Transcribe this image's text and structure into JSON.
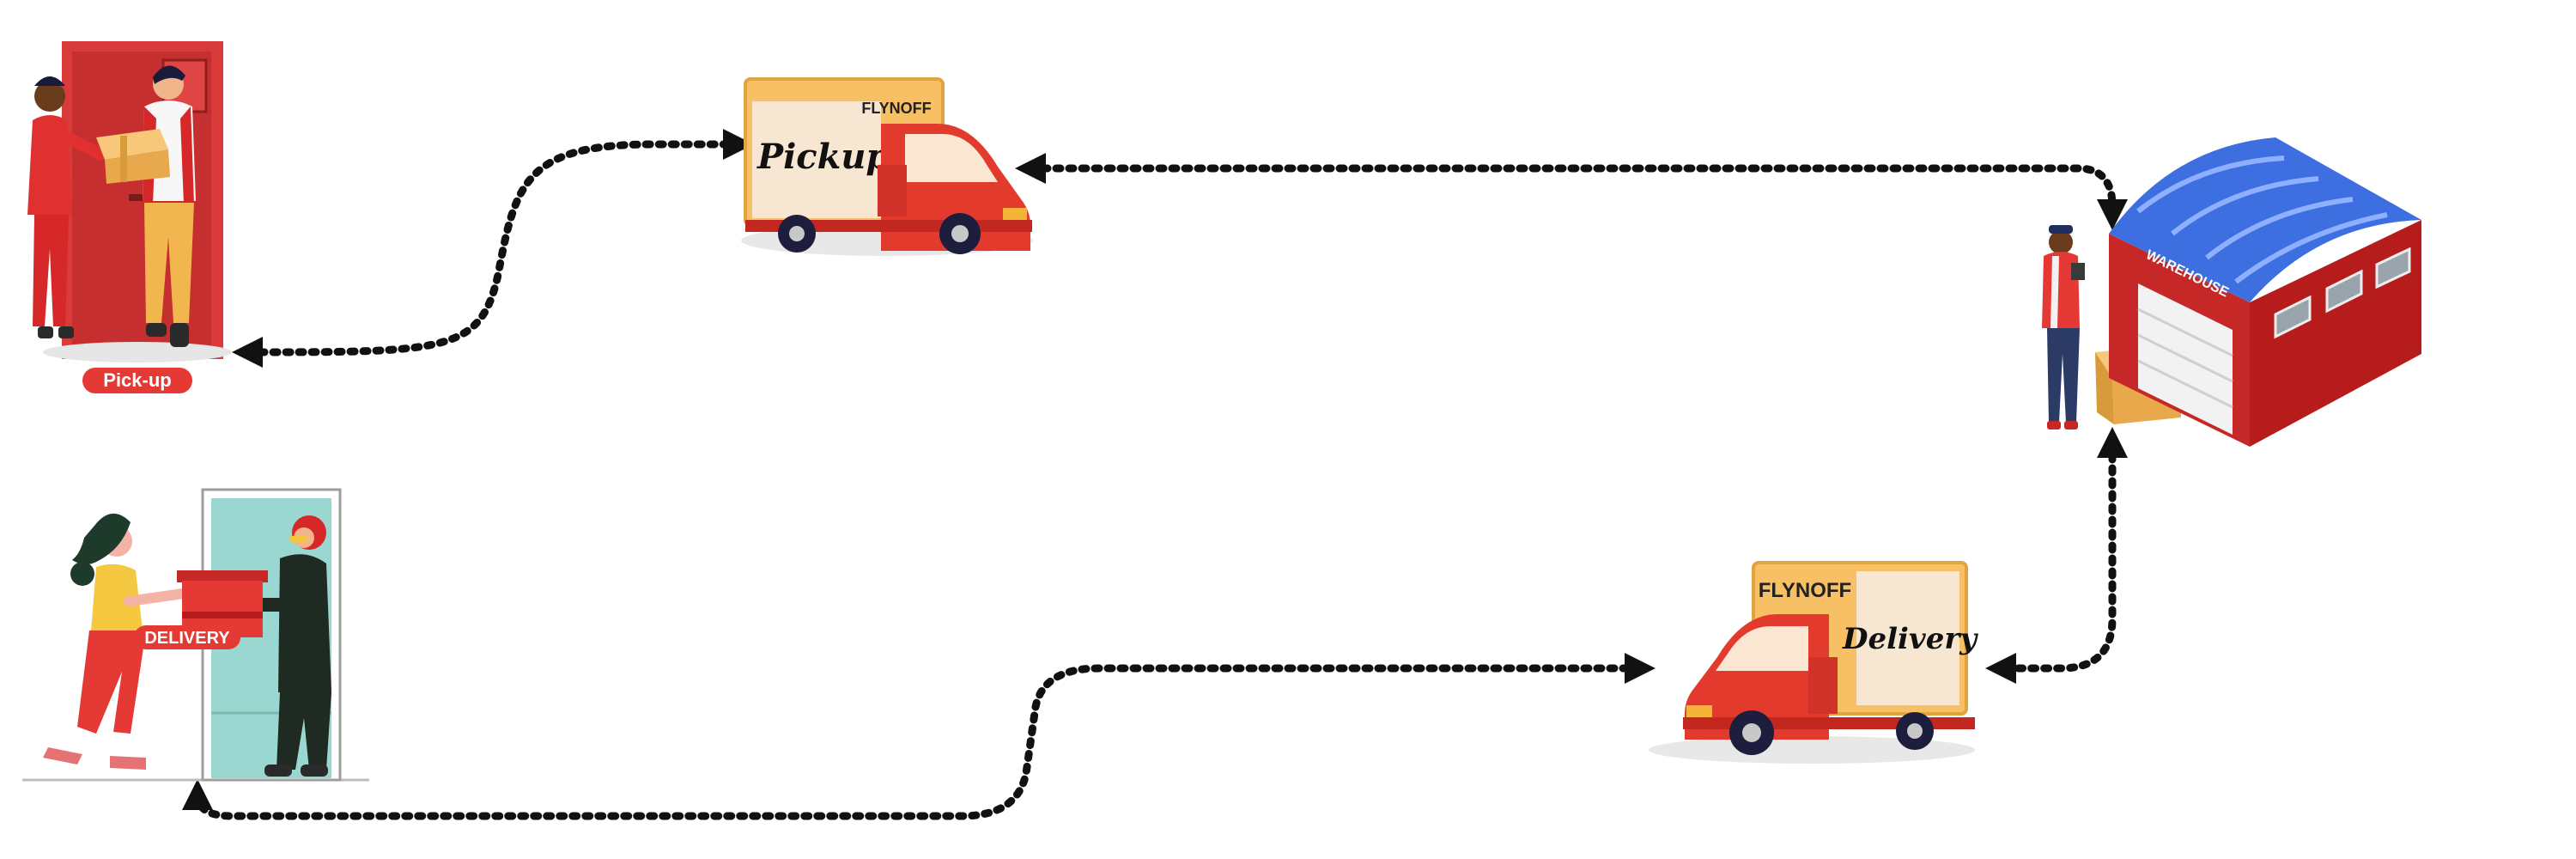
{
  "labels": {
    "pickup_badge": "Pick-up",
    "delivery_badge": "DELIVERY",
    "truck_pickup_brand": "FLYNOFF",
    "truck_pickup_script": "Pickup",
    "truck_delivery_brand": "FLYNOFF",
    "truck_delivery_script": "Delivery",
    "warehouse_sign": "WAREHOUSE"
  },
  "colors": {
    "brand_red": "#e53935",
    "dark_red": "#b71c1c",
    "box_yellow": "#f5c06a",
    "roof_blue": "#3d6fe0",
    "teal_door": "#9ad7d0",
    "arrow": "#111111"
  },
  "icons": {
    "pickup_scene": "customer-handing-package-icon",
    "delivery_scene": "courier-delivering-box-icon",
    "warehouse": "warehouse-building-icon",
    "worker": "warehouse-worker-icon",
    "truck": "delivery-truck-icon"
  }
}
